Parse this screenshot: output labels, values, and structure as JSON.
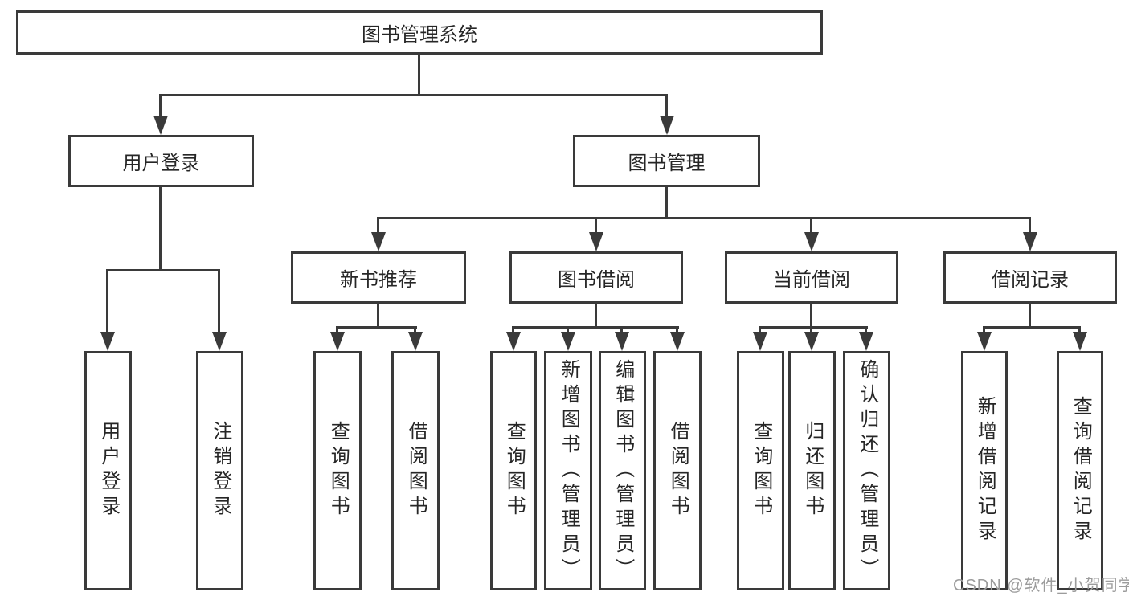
{
  "tree": {
    "root": "图书管理系统",
    "level2": {
      "user_login": "用户登录",
      "book_management": "图书管理"
    },
    "level3": {
      "new_book": "新书推荐",
      "book_borrow": "图书借阅",
      "current_borrow": "当前借阅",
      "borrow_record": "借阅记录"
    },
    "leaves": {
      "user_login": [
        "用户登录",
        "注销登录"
      ],
      "new_book": [
        "查询图书",
        "借阅图书"
      ],
      "book_borrow": [
        "查询图书",
        "新增图书（管理员）",
        "编辑图书（管理员）",
        "借阅图书"
      ],
      "current_borrow": [
        "查询图书",
        "归还图书",
        "确认归还（管理员）"
      ],
      "borrow_record": [
        "新增借阅记录",
        "查询借阅记录"
      ]
    }
  },
  "watermark": "CSDN @软件_小贺同学",
  "colors": {
    "line": "#3a3a3a",
    "text": "#262626",
    "watermark": "#9c9c9c",
    "background": "#ffffff"
  }
}
